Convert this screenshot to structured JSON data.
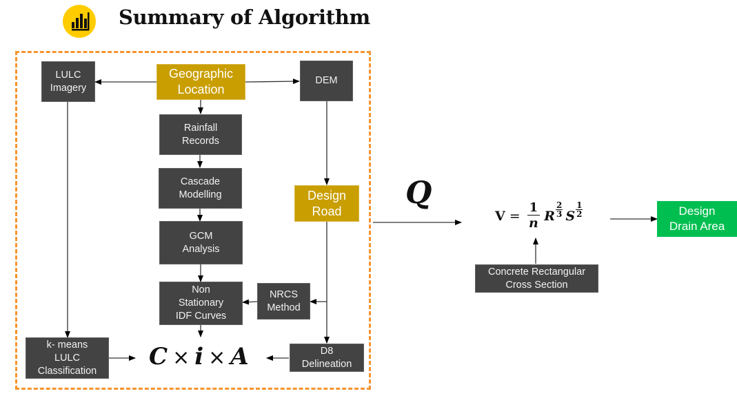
{
  "header": {
    "icon": "bar-chart-icon",
    "title": "Summary of Algorithm"
  },
  "colors": {
    "frame_border": "#F7942E",
    "dark_node": "#434343",
    "gold_node": "#C99E00",
    "green_node": "#00BF50",
    "icon_bg": "#FFCC00"
  },
  "nodes": {
    "lulc_imagery": "LULC\nImagery",
    "geographic_location": "Geographic\nLocation",
    "dem": "DEM",
    "rainfall_records": "Rainfall\nRecords",
    "cascade_modelling": "Cascade\nModelling",
    "design_road": "Design\nRoad",
    "gcm_analysis": "GCM\nAnalysis",
    "non_stationary_idf": "Non\nStationary\nIDF Curves",
    "nrcs_method": "NRCS\nMethod",
    "kmeans_lulc": "k- means\nLULC\nClassification",
    "d8_delineation": "D8\nDelineation",
    "concrete_section": "Concrete Rectangular\nCross Section",
    "design_drain_area": "Design\nDrain Area"
  },
  "formulas": {
    "rational": {
      "c": "C",
      "times": "×",
      "i": "i",
      "a": "A"
    },
    "q_label": "Q",
    "manning": {
      "lhs": "V",
      "eq": "=",
      "frac_num": "1",
      "frac_den": "n",
      "r": "R",
      "r_exp_num": "2",
      "r_exp_den": "3",
      "s": "S",
      "s_exp_num": "1",
      "s_exp_den": "2"
    }
  }
}
